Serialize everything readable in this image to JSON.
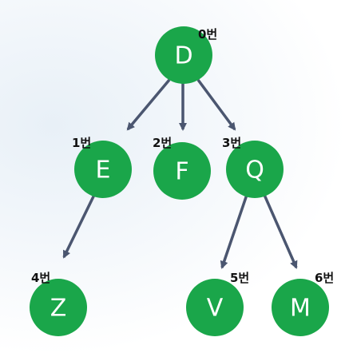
{
  "colors": {
    "node_fill": "#1aa64a",
    "node_text": "#ffffff",
    "edge": "#4b5670",
    "label": "#111111"
  },
  "nodes": [
    {
      "id": "D",
      "letter": "D",
      "index_label": "0번"
    },
    {
      "id": "E",
      "letter": "E",
      "index_label": "1번"
    },
    {
      "id": "F",
      "letter": "F",
      "index_label": "2번"
    },
    {
      "id": "Q",
      "letter": "Q",
      "index_label": "3번"
    },
    {
      "id": "Z",
      "letter": "Z",
      "index_label": "4번"
    },
    {
      "id": "V",
      "letter": "V",
      "index_label": "5번"
    },
    {
      "id": "M",
      "letter": "M",
      "index_label": "6번"
    }
  ],
  "edges": [
    {
      "from": "D",
      "to": "E"
    },
    {
      "from": "D",
      "to": "F"
    },
    {
      "from": "D",
      "to": "Q"
    },
    {
      "from": "E",
      "to": "Z"
    },
    {
      "from": "Q",
      "to": "V"
    },
    {
      "from": "Q",
      "to": "M"
    }
  ]
}
